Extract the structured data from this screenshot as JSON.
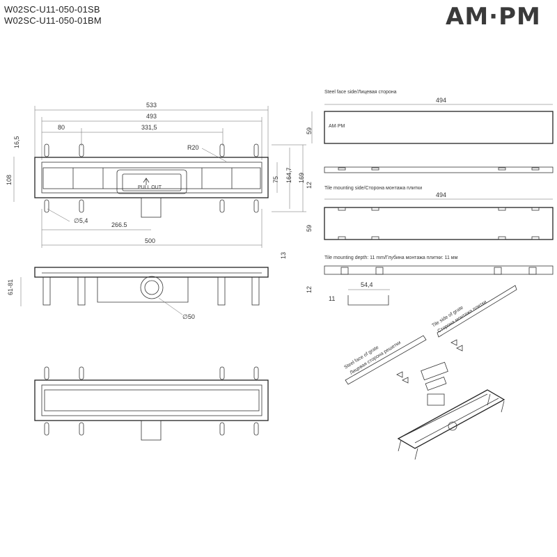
{
  "header": {
    "codes": [
      "W02SC-U11-050-01SB",
      "W02SC-U11-050-01BM"
    ],
    "brand": "AM·PM"
  },
  "labels": {
    "steel_face_side": "Steel face side/Лицевая сторона",
    "tile_mounting_side": "Tile mounting side/Сторона монтажа плитки",
    "tile_mounting_depth": "Tile mounting depth: 11 mm/Глубина монтажа плитки: 11 мм",
    "iso_steel_face": [
      "Steel face of grate",
      "Лицевая сторона решетки"
    ],
    "iso_tile_side": [
      "Tile side of grate",
      "Сторона монтажа плитки"
    ],
    "pull_out": "PULL OUT"
  },
  "dimensions": {
    "top_view": {
      "overall": "533",
      "inner": "493",
      "offset": "80",
      "outlet_pos": "331,5",
      "radius": "R20",
      "side": "16,5",
      "height_108": "108",
      "h75": "75",
      "h1647": "164,7",
      "h169": "169",
      "hole": "5,4",
      "outlet_x": "266.5",
      "length": "500"
    },
    "front_view": {
      "h13": "13",
      "adj": "61-81",
      "outlet_dia": "50"
    },
    "grate": {
      "w494_face": "494",
      "h59_face": "59",
      "h12_side": "12",
      "w494_tile": "494",
      "h59_tile": "59",
      "h12_tile": "12",
      "w544": "54,4",
      "h11": "11"
    }
  }
}
